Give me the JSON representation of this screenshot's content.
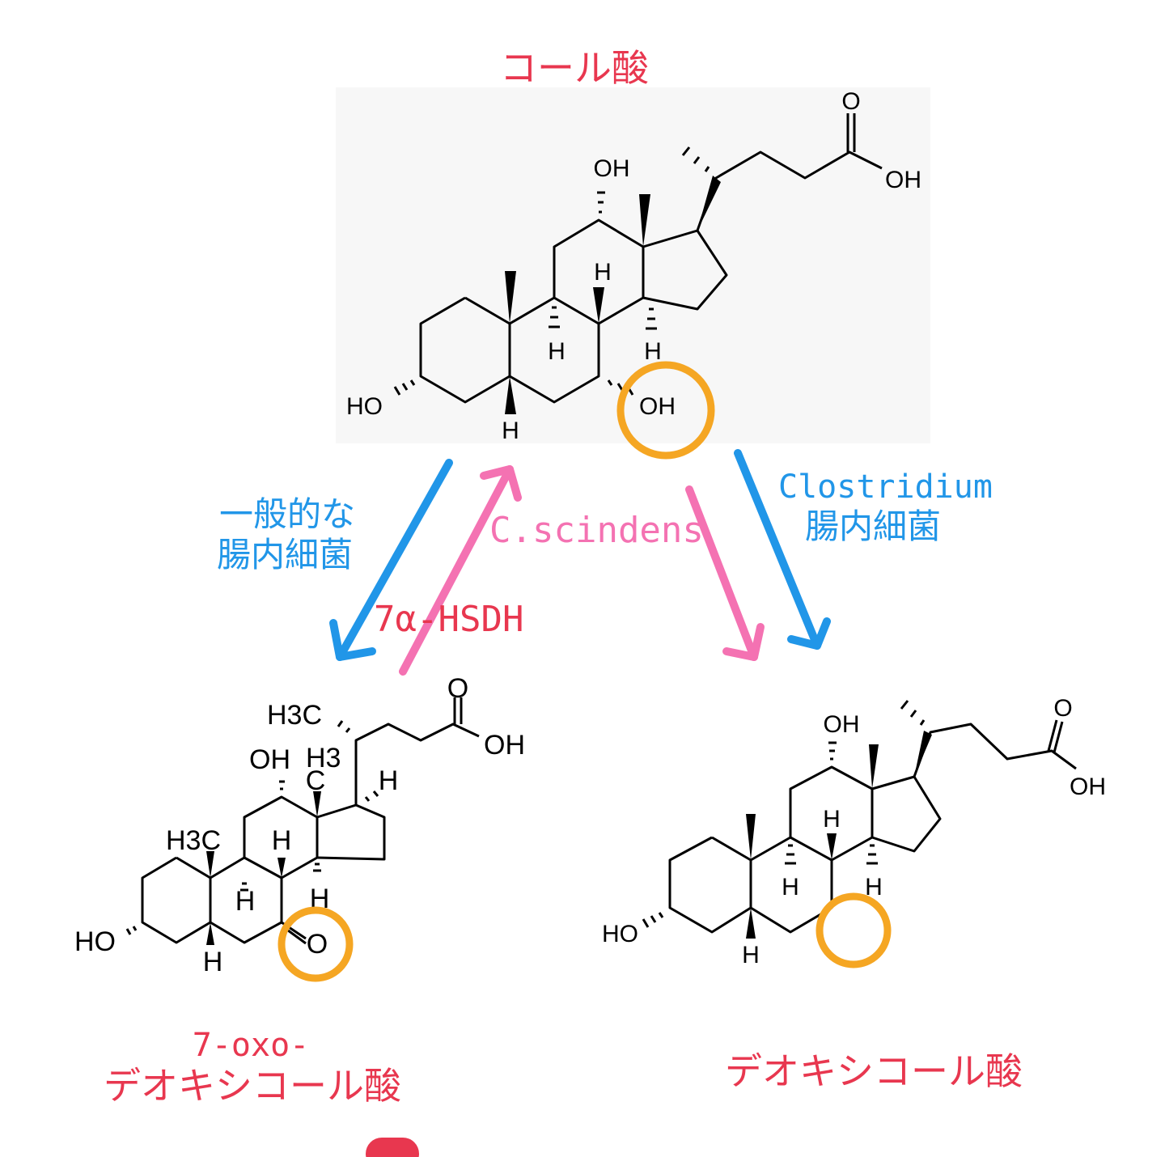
{
  "colors": {
    "red_label": "#e8374f",
    "blue": "#2196e8",
    "pink": "#f472b2",
    "highlight": "#f5a623",
    "bond": "#000000",
    "panel": "#f7f7f7"
  },
  "compounds": {
    "top": {
      "name": "コール酸"
    },
    "left": {
      "name_line1": "7-oxo-",
      "name_line2": "デオキシコール酸"
    },
    "right": {
      "name": "デオキシコール酸"
    }
  },
  "arrows": {
    "left_blue": {
      "line1": "一般的な",
      "line2": "腸内細菌"
    },
    "pink_up": {
      "organism": "C.scindens",
      "enzyme": "7α-HSDH"
    },
    "right_blue": {
      "line1": "Clostridium",
      "line2": "腸内細菌"
    }
  },
  "atoms": {
    "o": "O",
    "oh": "OH",
    "ho": "HO",
    "h": "H",
    "h3c": "H3C",
    "h3": "H3",
    "c": "C"
  },
  "icons": {
    "bottom": "red-pill-shape"
  }
}
